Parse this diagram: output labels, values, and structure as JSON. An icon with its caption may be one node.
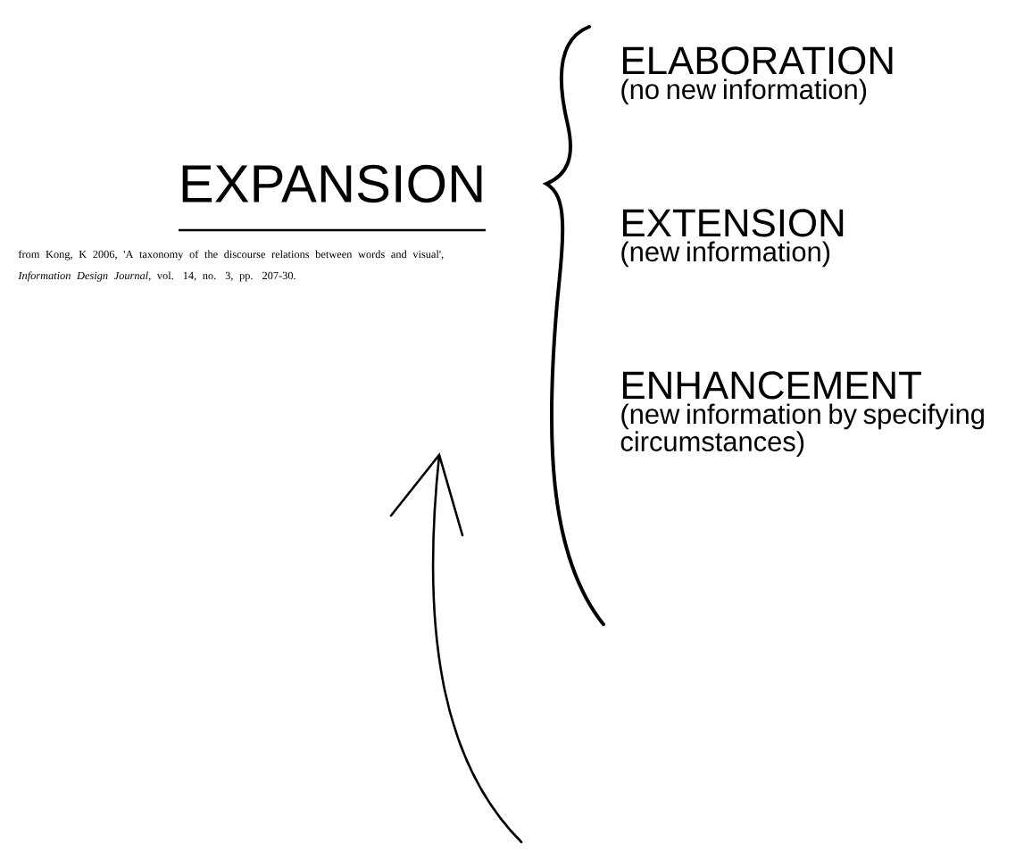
{
  "diagram": {
    "nodes": [
      {
        "text": [
          "EXPANSION"
        ]
      },
      {
        "text": [
          "ELABORATION",
          "(no new information)"
        ]
      },
      {
        "text": [
          "EXTENSION",
          "(new information)"
        ]
      },
      {
        "text": [
          "ENHANCEMENT",
          "(new information by specifying circumstances)"
        ]
      }
    ],
    "labels": [
      "from Kong, K 2006, 'A taxonomy of the discourse relations between words and visual', *Information Design Journal*, vol. 14, no. 3, pp. 207-30."
    ]
  }
}
